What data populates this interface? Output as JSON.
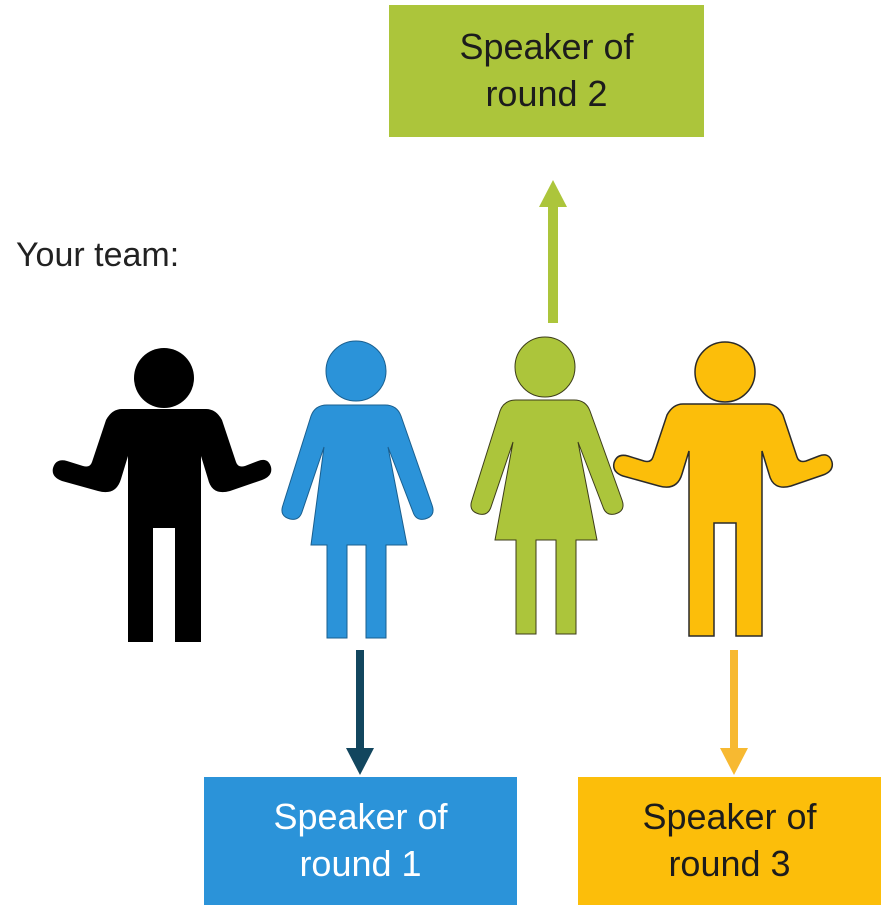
{
  "team_label": "Your team:",
  "speakers": {
    "round1": {
      "line1": "Speaker of",
      "line2": "round 1",
      "color": "#2b93d9"
    },
    "round2": {
      "line1": "Speaker of",
      "line2": "round 2",
      "color": "#acc53b"
    },
    "round3": {
      "line1": "Speaker of",
      "line2": "round 3",
      "color": "#fcbe0a"
    }
  },
  "figures": [
    {
      "name": "man-figure",
      "color": "#000000"
    },
    {
      "name": "woman-figure",
      "color": "#2b93d9"
    },
    {
      "name": "woman-figure",
      "color": "#acc53b"
    },
    {
      "name": "man-figure",
      "color": "#fcbe0a"
    }
  ],
  "arrow_colors": {
    "round1": "#12465e",
    "round2": "#acc53b",
    "round3": "#f7b931"
  }
}
